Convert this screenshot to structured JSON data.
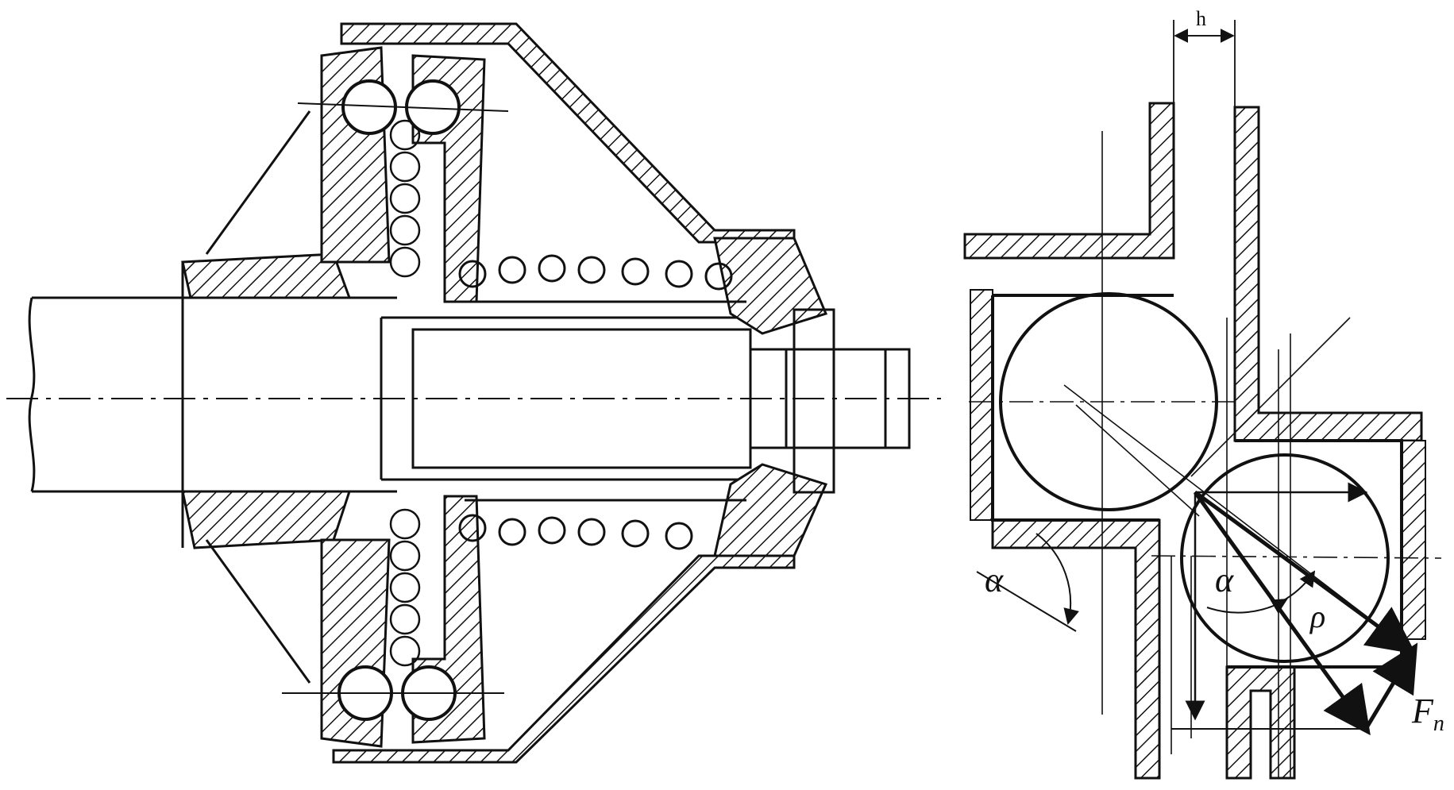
{
  "drawing": {
    "colors": {
      "ink": "#111111",
      "paper": "#ffffff"
    },
    "labels": {
      "gap": "h",
      "angle_left": "α",
      "angle_right": "α",
      "friction_angle": "ρ",
      "force_main": "F",
      "force_subscript": "n"
    }
  }
}
